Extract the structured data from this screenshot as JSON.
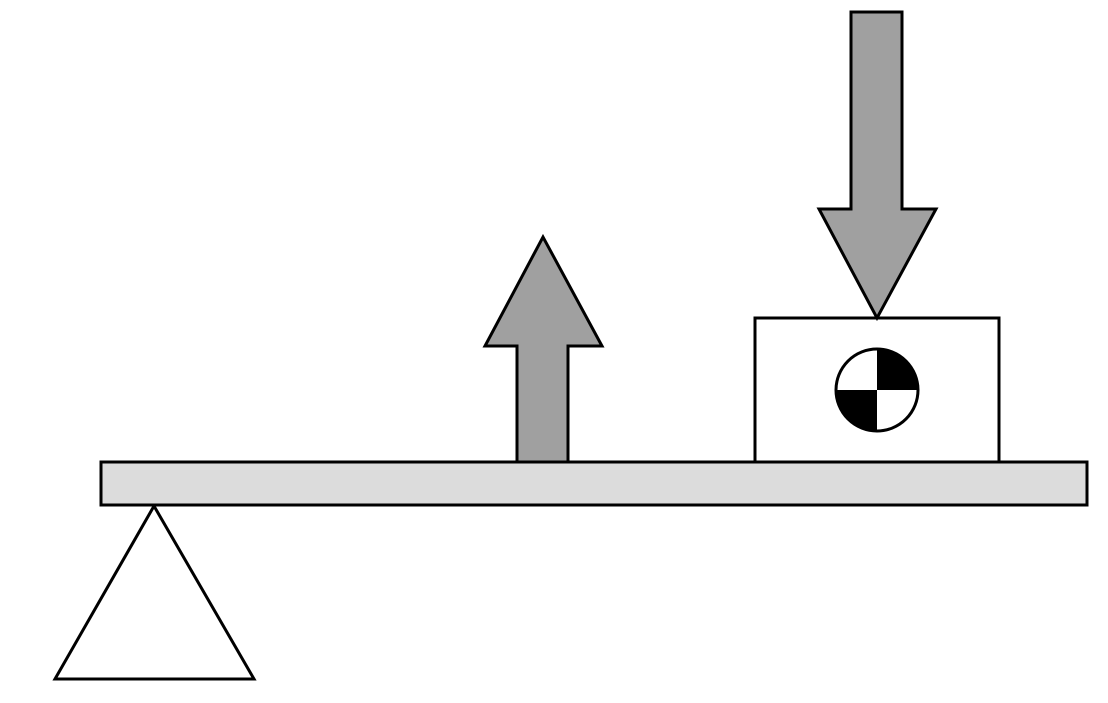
{
  "diagram": {
    "subject": "lever-with-fulcrum",
    "components": [
      {
        "id": "beam",
        "kind": "rectangle-bar"
      },
      {
        "id": "fulcrum",
        "kind": "triangle-support"
      },
      {
        "id": "upward-force",
        "kind": "arrow",
        "direction": "up"
      },
      {
        "id": "block",
        "kind": "rectangle-load"
      },
      {
        "id": "center-of-mass",
        "kind": "center-of-mass-symbol"
      },
      {
        "id": "downward-force",
        "kind": "arrow",
        "direction": "down"
      }
    ]
  },
  "colors": {
    "background": "#ffffff",
    "beam_fill": "#dcdcdc",
    "arrow_fill": "#a0a0a0",
    "outline": "#000000",
    "block_fill": "#ffffff",
    "fulcrum_fill": "#ffffff",
    "com_dark": "#000000",
    "com_light": "#ffffff"
  }
}
